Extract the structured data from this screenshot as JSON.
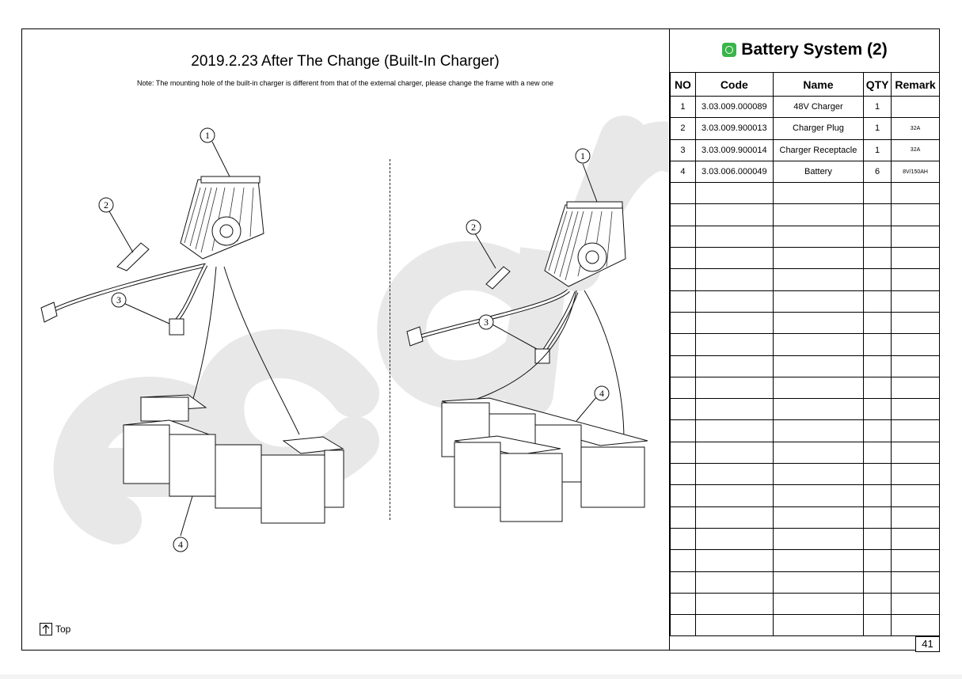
{
  "title": "2019.2.23 After The Change (Built-In Charger)",
  "note": "Note: The mounting hole of the built-in charger is different from that of the external charger, please change the frame with a new one",
  "watermark_text": "ecar",
  "callouts": {
    "left": [
      "1",
      "2",
      "3",
      "4"
    ],
    "right": [
      "1",
      "2",
      "3",
      "4"
    ]
  },
  "top_link": {
    "label": "Top",
    "icon": "arrow-up-icon"
  },
  "panel": {
    "title": "Battery System (2)",
    "icon": "globe-icon",
    "columns": [
      "NO",
      "Code",
      "Name",
      "QTY",
      "Remark"
    ],
    "rows": [
      {
        "no": "1",
        "code": "3.03.009.000089",
        "name": "48V Charger",
        "qty": "1",
        "remark": ""
      },
      {
        "no": "2",
        "code": "3.03.009.900013",
        "name": "Charger Plug",
        "qty": "1",
        "remark": "32A"
      },
      {
        "no": "3",
        "code": "3.03.009.900014",
        "name": "Charger Receptacle",
        "qty": "1",
        "remark": "32A"
      },
      {
        "no": "4",
        "code": "3.03.006.000049",
        "name": "Battery",
        "qty": "6",
        "remark": "8V/150AH"
      }
    ]
  },
  "page_number": "41",
  "colors": {
    "accent": "#39b54a",
    "watermark": "#e6e6e6"
  }
}
